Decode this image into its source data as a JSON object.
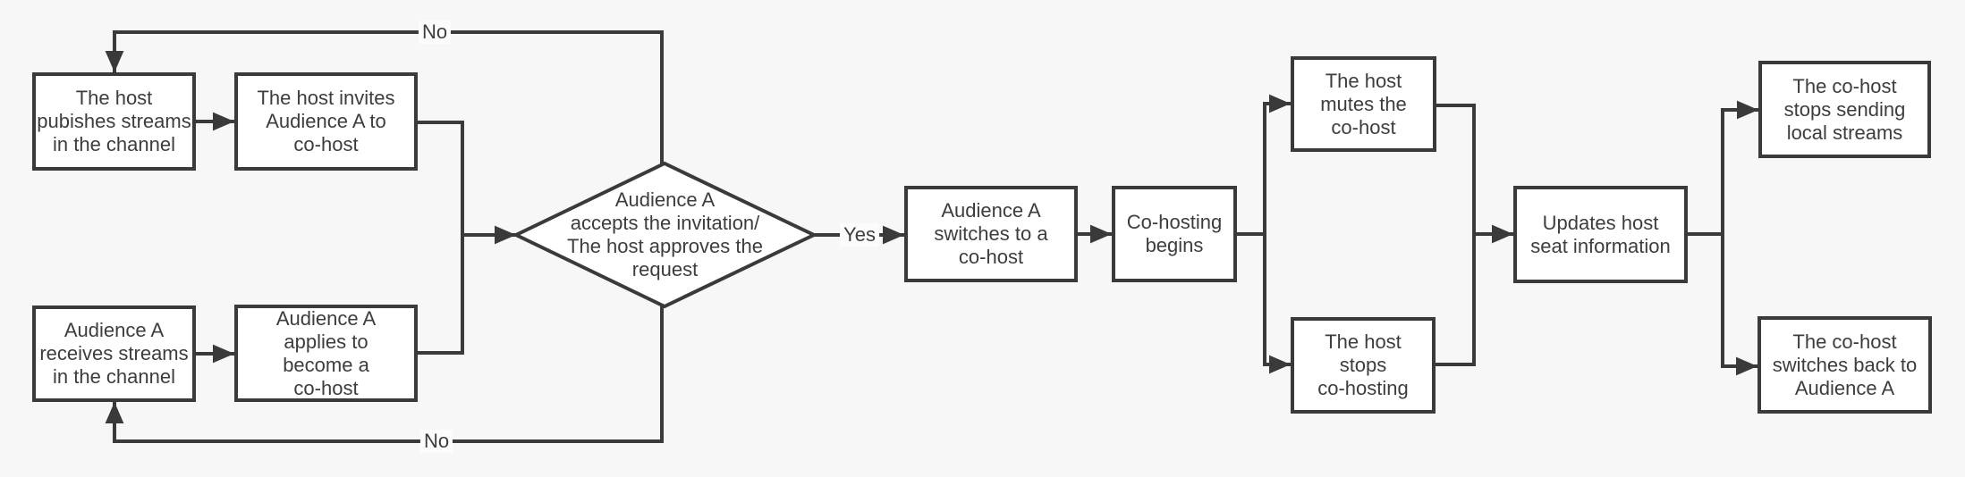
{
  "diagram": {
    "colors": {
      "background": "#f7f7f7",
      "line": "#3a3a3a",
      "node_fill": "#ffffff",
      "node_border": "#3a3a3a",
      "text": "#3d3d3d",
      "label_bg": "#fcfcfc"
    },
    "nodes": {
      "host_publishes": {
        "label": "The host\npubishes streams\nin the channel"
      },
      "host_invites": {
        "label": "The host invites\nAudience A to\nco-host"
      },
      "audience_receives": {
        "label": "Audience A\nreceives streams\nin the channel"
      },
      "audience_applies": {
        "label": "Audience A\napplies to\nbecome a\nco-host"
      },
      "decision": {
        "label": "Audience A\naccepts the invitation/\nThe host approves the\nrequest"
      },
      "audience_switches": {
        "label": "Audience A\nswitches to a\nco-host"
      },
      "cohosting_begins": {
        "label": "Co-hosting\nbegins"
      },
      "host_mutes": {
        "label": "The host\nmutes the\nco-host"
      },
      "host_stops": {
        "label": "The host\nstops\nco-hosting"
      },
      "updates_seat": {
        "label": "Updates host\nseat information"
      },
      "cohost_stops_streams": {
        "label": "The co-host\nstops sending\nlocal streams"
      },
      "cohost_switches_back": {
        "label": "The co-host\nswitches back to\nAudience A"
      }
    },
    "edge_labels": {
      "yes": "Yes",
      "no_top": "No",
      "no_bottom": "No"
    }
  }
}
